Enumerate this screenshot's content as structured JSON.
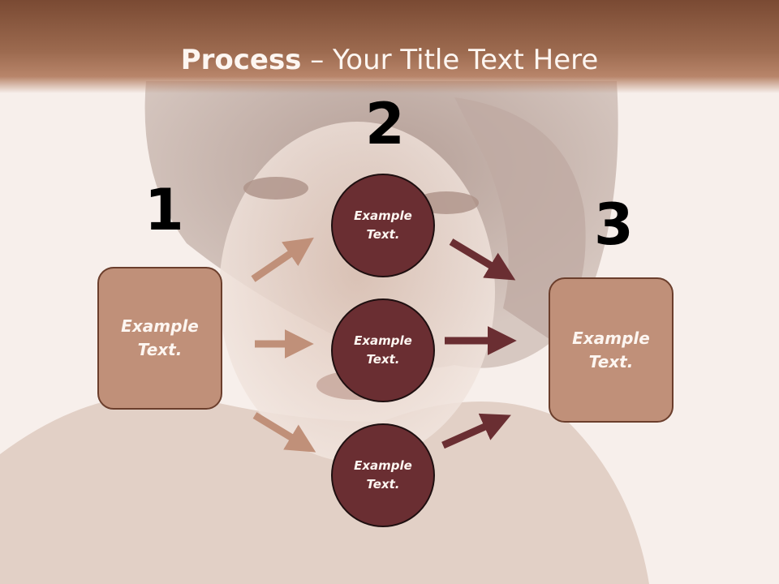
{
  "title": {
    "bold": "Process",
    "rest": " – Your Title Text Here"
  },
  "steps": [
    {
      "number": "1",
      "text": "Example Text."
    },
    {
      "number": "2",
      "items": [
        "Example Text.",
        "Example Text.",
        "Example Text."
      ]
    },
    {
      "number": "3",
      "text": "Example Text."
    }
  ],
  "colors": {
    "header": "#9c6a4f",
    "box_fill": "#c09079",
    "circle_fill": "#6a2e32",
    "arrow_light": "#c09079",
    "arrow_dark": "#6a2e32"
  }
}
